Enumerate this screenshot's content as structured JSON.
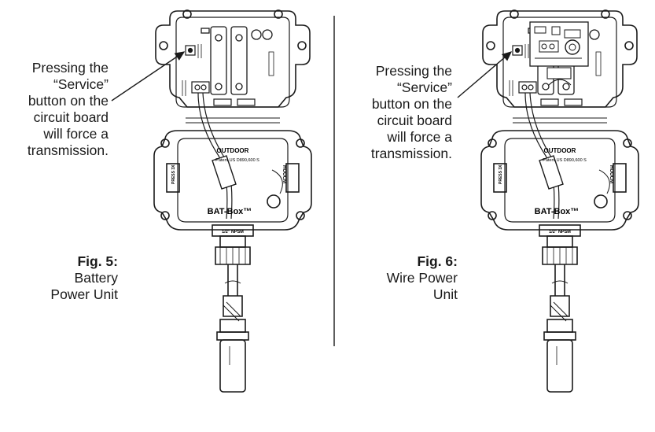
{
  "panels": [
    {
      "callout": [
        "Pressing the",
        "“Service”",
        "button on the",
        "circuit board",
        "will force a",
        "transmission."
      ],
      "figure": {
        "number": "Fig. 5:",
        "title_lines": [
          "Battery",
          "Power Unit"
        ]
      },
      "variant": "battery"
    },
    {
      "callout": [
        "Pressing the",
        "“Service”",
        "button on the",
        "circuit board",
        "will force a",
        "transmission."
      ],
      "figure": {
        "number": "Fig. 6:",
        "title_lines": [
          "Wire Power",
          "Unit"
        ]
      },
      "variant": "wire"
    }
  ],
  "device": {
    "outdoor_label": "OUTDOOR",
    "patent_label": "Patent US D890,600 S",
    "brand_label": "BAT-Box™",
    "fitting_label": "1/2\" NPSM",
    "side_label_left": "PRESS 3X",
    "side_label_right": "HOOCM"
  }
}
